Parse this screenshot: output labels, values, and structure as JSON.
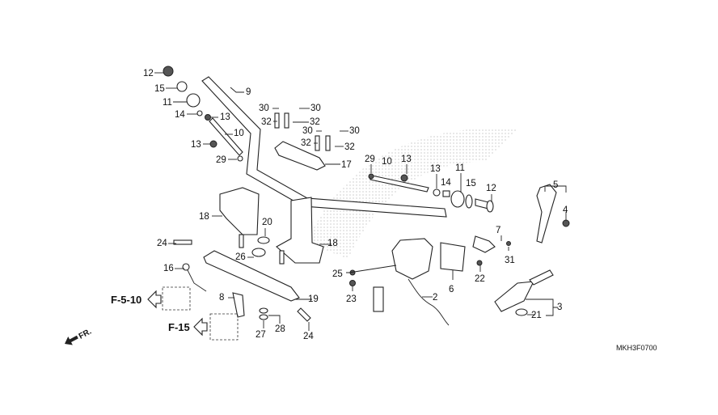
{
  "diagram": {
    "code": "MKH3F0700",
    "direction_label": "FR.",
    "references": [
      "F-5-10",
      "F-15"
    ],
    "callouts": [
      "12",
      "15",
      "11",
      "14",
      "13",
      "10",
      "13",
      "29",
      "9",
      "30",
      "30",
      "32",
      "32",
      "30",
      "30",
      "32",
      "32",
      "17",
      "29",
      "10",
      "13",
      "13",
      "14",
      "11",
      "15",
      "12",
      "5",
      "4",
      "7",
      "31",
      "22",
      "6",
      "2",
      "25",
      "23",
      "3",
      "21",
      "18",
      "20",
      "18",
      "24",
      "26",
      "16",
      "19",
      "8",
      "27",
      "28",
      "24"
    ]
  }
}
